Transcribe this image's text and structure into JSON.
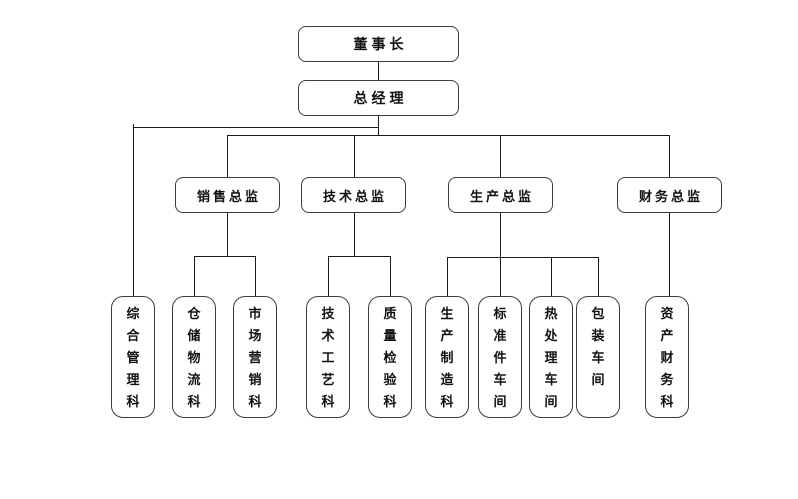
{
  "colors": {
    "background": "#ffffff",
    "box_border": "#3d3d3d",
    "connector_line": "#1a1a1a",
    "text": "#111111"
  },
  "org": {
    "root": {
      "label": "董事长"
    },
    "level2": {
      "label": "总经理",
      "reports_to": "董事长"
    },
    "directors": [
      {
        "label": "销售总监",
        "reports_to": "总经理"
      },
      {
        "label": "技术总监",
        "reports_to": "总经理"
      },
      {
        "label": "生产总监",
        "reports_to": "总经理"
      },
      {
        "label": "财务总监",
        "reports_to": "总经理"
      }
    ],
    "departments": [
      {
        "label": "综合管理科",
        "reports_to": "总经理"
      },
      {
        "label": "仓储物流科",
        "reports_to": "销售总监"
      },
      {
        "label": "市场营销科",
        "reports_to": "销售总监"
      },
      {
        "label": "技术工艺科",
        "reports_to": "技术总监"
      },
      {
        "label": "质量检验科",
        "reports_to": "技术总监"
      },
      {
        "label": "生产制造科",
        "reports_to": "生产总监"
      },
      {
        "label": "标准件车间",
        "reports_to": "生产总监"
      },
      {
        "label": "热处理车间",
        "reports_to": "生产总监"
      },
      {
        "label": "包装车间",
        "reports_to": "生产总监"
      },
      {
        "label": "资产财务科",
        "reports_to": "财务总监"
      }
    ]
  }
}
